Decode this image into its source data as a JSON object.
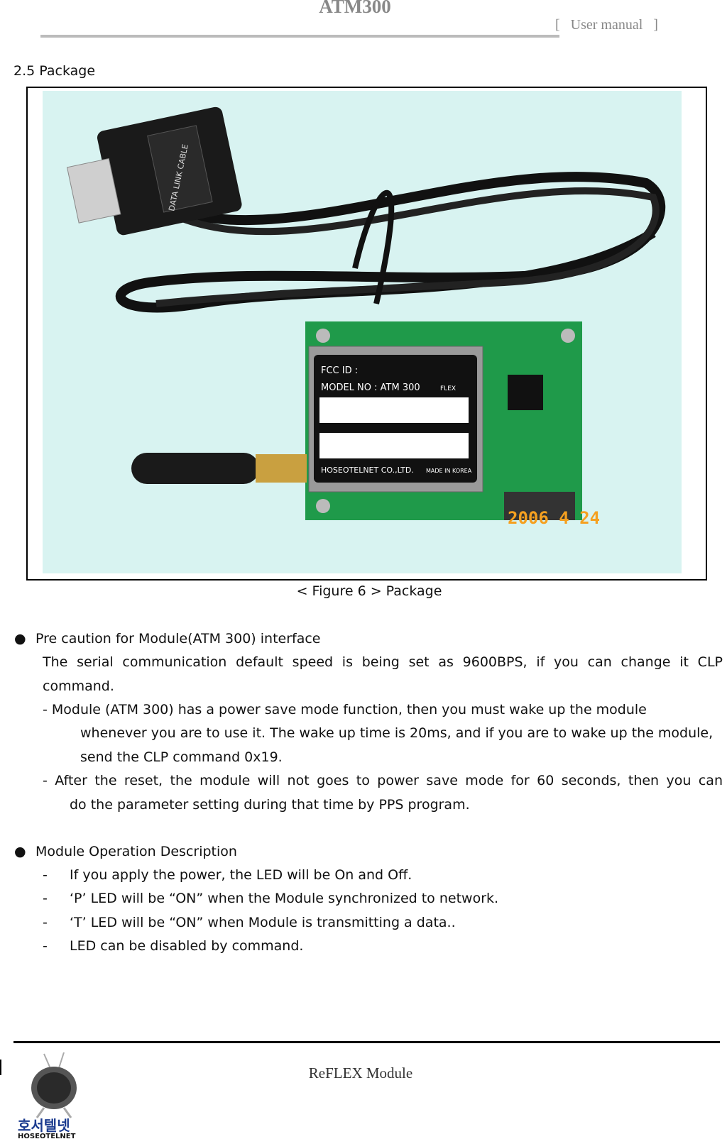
{
  "header": {
    "title": "ATM300",
    "subtitle": "[   User manual   ]"
  },
  "section": {
    "heading": "2.5   Package"
  },
  "figure": {
    "caption": "< Figure 6 > Package",
    "photo_labels": {
      "cable": "DATA LINK CABLE",
      "fcc": "FCC ID :",
      "model": "MODEL NO : ATM 300",
      "brand": "FLEX",
      "maker": "HOSEOTELNET CO.,LTD.",
      "made": "MADE IN KOREA",
      "date": "2006  4  24"
    },
    "background_color": "#d8f3f1"
  },
  "caution": {
    "title": "Pre caution for Module(ATM 300)   interface",
    "lines": [
      "The  serial  communication  default  speed  is  being  set  as  9600BPS,  if  you  can  change  it  CLP",
      "command.",
      "-      Module (ATM 300) has a    power save mode function, then you must wake up the module",
      "whenever you are to use it. The wake up time is 20ms, and if you are to wake up the module,",
      "send the CLP command 0x19.",
      "-     After the reset, the module will not goes to power save mode for 60 seconds, then you can",
      "do the parameter setting during that time by PPS program."
    ]
  },
  "operation": {
    "title": "Module Operation Description",
    "items": [
      "If you apply the power, the LED will be On and Off.",
      "‘P’ LED will be “ON” when the Module synchronized to network.",
      "‘T’ LED will be “ON” when Module is transmitting a data..",
      "LED can be disabled by command."
    ]
  },
  "footer": {
    "text": "ReFLEX Module",
    "logo_text": "호서텔넷",
    "logo_sub": "HOSEOTELNET"
  }
}
